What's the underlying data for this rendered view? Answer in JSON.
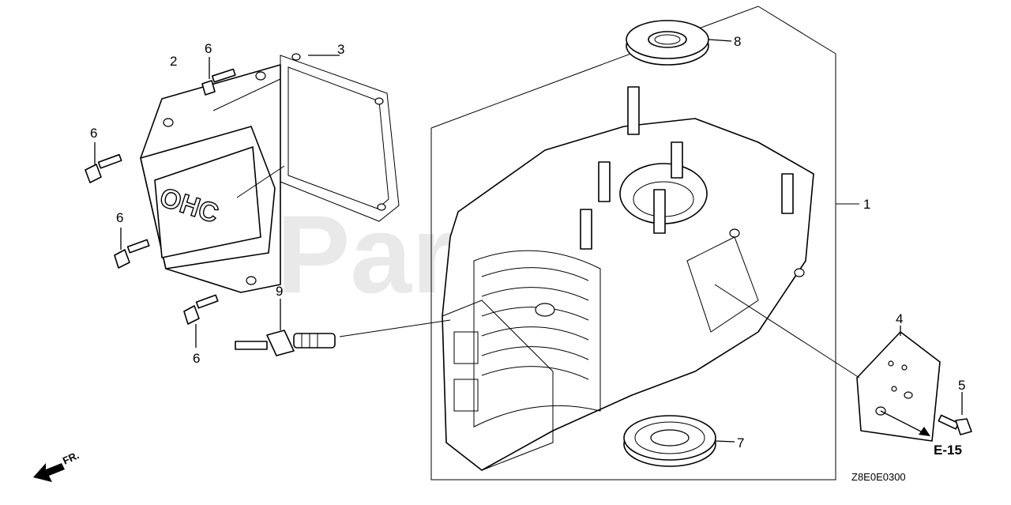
{
  "diagram": {
    "watermark": "PartsTree",
    "drawing_code": "Z8E0E0300",
    "reference": "E-15",
    "front_marker": "FR.",
    "callouts": {
      "n1": "1",
      "n2": "2",
      "n3": "3",
      "n4": "4",
      "n5": "5",
      "n6a": "6",
      "n6b": "6",
      "n6c": "6",
      "n6d": "6",
      "n7": "7",
      "n8": "8",
      "n9": "9"
    },
    "cover_badge": "OHC"
  }
}
